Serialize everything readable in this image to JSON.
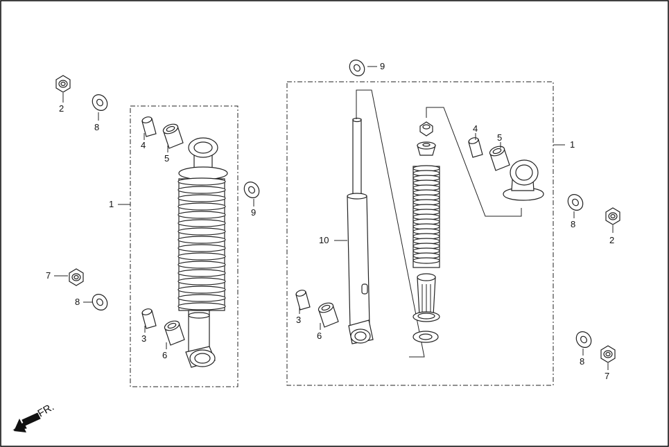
{
  "orientation_label": "FR.",
  "callouts": {
    "left_nut_top": "2",
    "left_washer_top": "8",
    "left_collar_a": "4",
    "left_bush_a": "5",
    "left_assembly": "1",
    "left_washer_9": "9",
    "left_nut_bottom": "7",
    "left_washer_bottom": "8",
    "left_collar_b": "3",
    "left_bush_b": "6",
    "top_washer_9": "9",
    "damper": "10",
    "right_collar_a": "4",
    "right_bush_a": "5",
    "right_assembly": "1",
    "right_washer_upper": "8",
    "right_nut_upper": "2",
    "right_collar_b": "3",
    "right_bush_b": "6",
    "right_washer_lower": "8",
    "right_nut_lower": "7"
  }
}
